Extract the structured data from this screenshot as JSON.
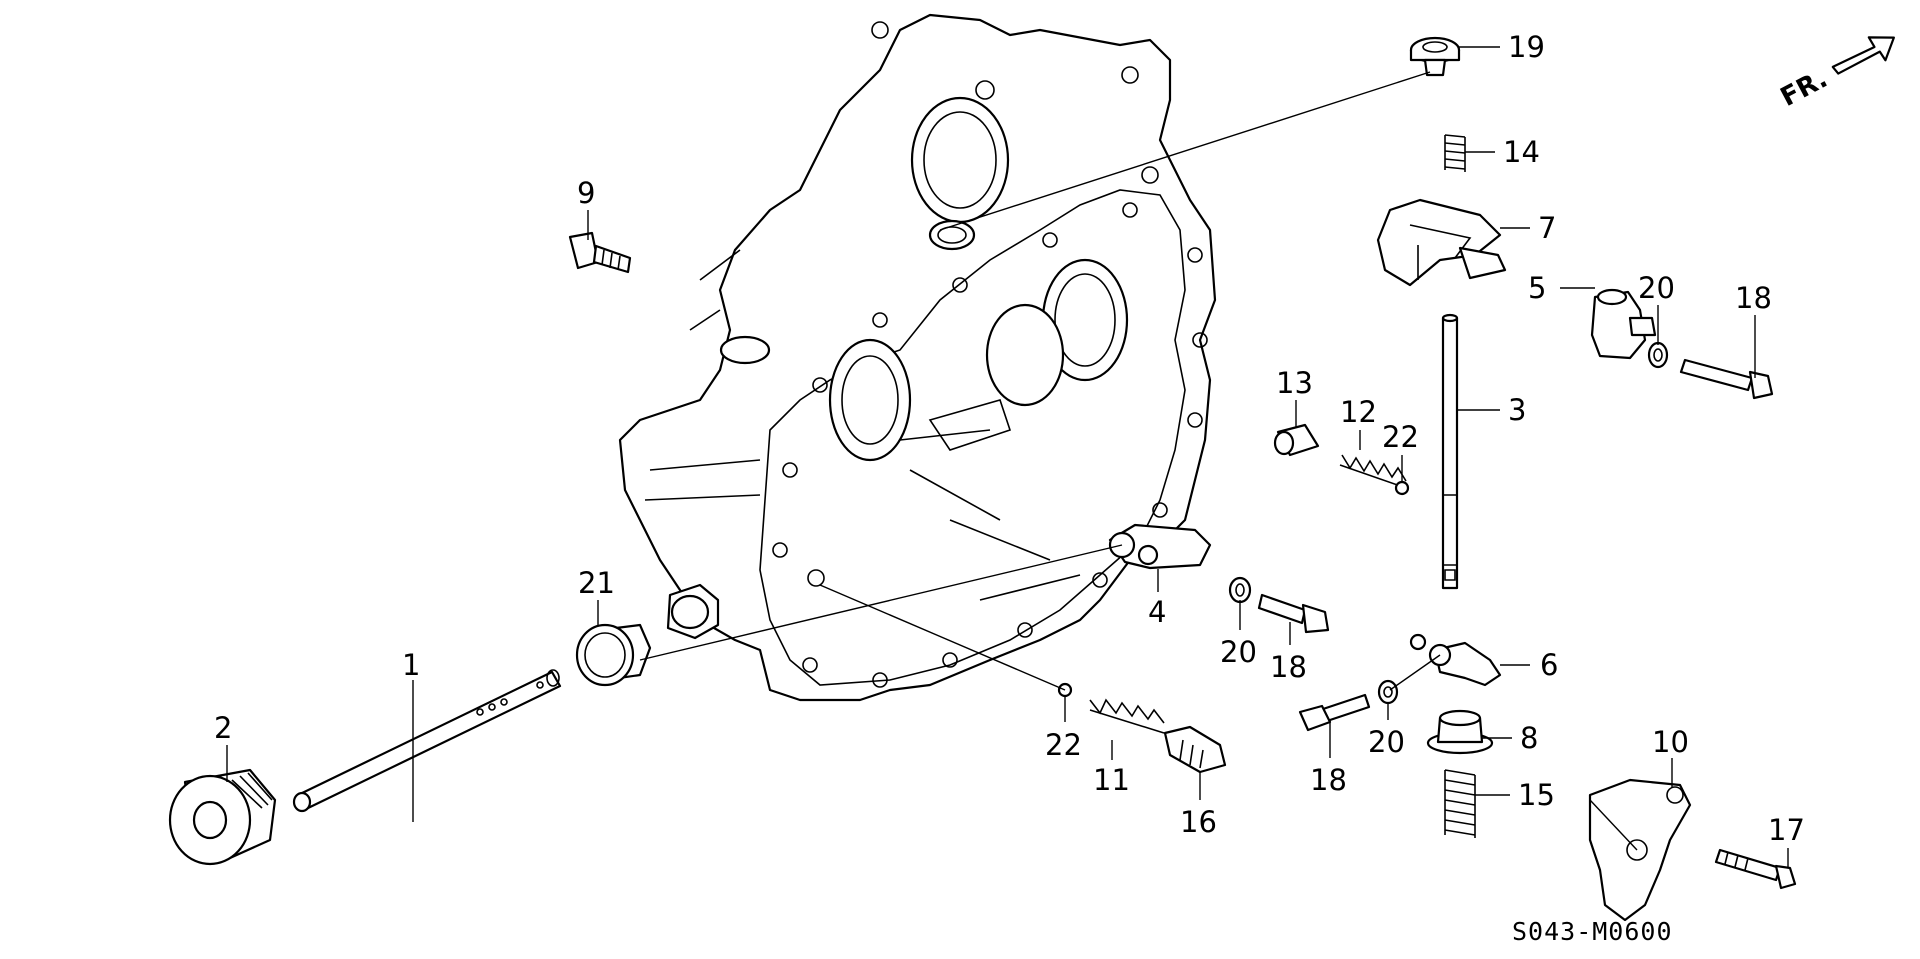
{
  "diagram": {
    "code": "S043-M0600",
    "direction_label": "FR.",
    "callouts": [
      {
        "id": "1",
        "text": "1"
      },
      {
        "id": "2",
        "text": "2"
      },
      {
        "id": "3",
        "text": "3"
      },
      {
        "id": "4",
        "text": "4"
      },
      {
        "id": "5",
        "text": "5"
      },
      {
        "id": "6",
        "text": "6"
      },
      {
        "id": "7",
        "text": "7"
      },
      {
        "id": "8",
        "text": "8"
      },
      {
        "id": "9",
        "text": "9"
      },
      {
        "id": "10",
        "text": "10"
      },
      {
        "id": "11",
        "text": "11"
      },
      {
        "id": "12",
        "text": "12"
      },
      {
        "id": "13",
        "text": "13"
      },
      {
        "id": "14",
        "text": "14"
      },
      {
        "id": "15",
        "text": "15"
      },
      {
        "id": "16",
        "text": "16"
      },
      {
        "id": "17",
        "text": "17"
      },
      {
        "id": "18a",
        "text": "18"
      },
      {
        "id": "18b",
        "text": "18"
      },
      {
        "id": "18c",
        "text": "18"
      },
      {
        "id": "19",
        "text": "19"
      },
      {
        "id": "20a",
        "text": "20"
      },
      {
        "id": "20b",
        "text": "20"
      },
      {
        "id": "20c",
        "text": "20"
      },
      {
        "id": "21",
        "text": "21"
      },
      {
        "id": "22a",
        "text": "22"
      },
      {
        "id": "22b",
        "text": "22"
      }
    ]
  }
}
